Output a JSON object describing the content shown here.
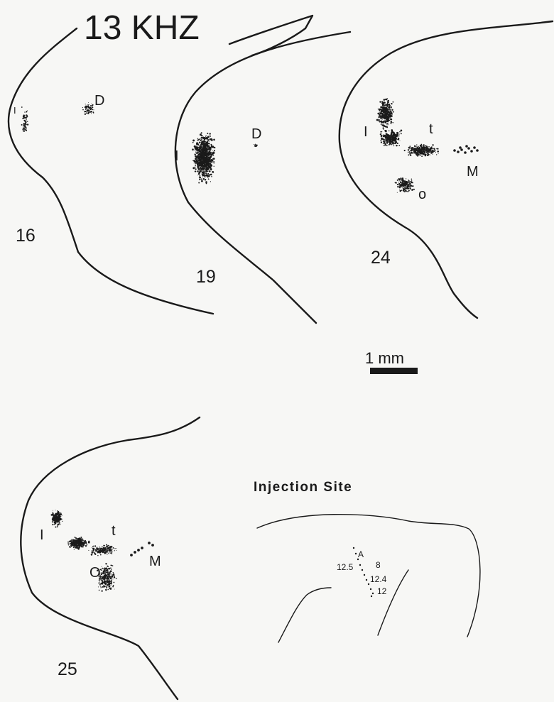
{
  "title": "13 KHZ",
  "sections": [
    {
      "number": "16",
      "labels": [
        "I",
        "D"
      ]
    },
    {
      "number": "19",
      "labels": [
        "I",
        "D"
      ]
    },
    {
      "number": "24",
      "labels": [
        "I",
        "t",
        "M",
        "o"
      ]
    },
    {
      "number": "25",
      "labels": [
        "I",
        "t",
        "M",
        "O"
      ]
    }
  ],
  "scale_bar": {
    "label": "1 mm"
  },
  "injection_site": {
    "title": "Injection Site",
    "labels": [
      "A",
      "12.5",
      "8",
      "12.4",
      "12"
    ]
  },
  "colors": {
    "ink": "#1a1a1a",
    "paper": "#f7f7f5"
  }
}
